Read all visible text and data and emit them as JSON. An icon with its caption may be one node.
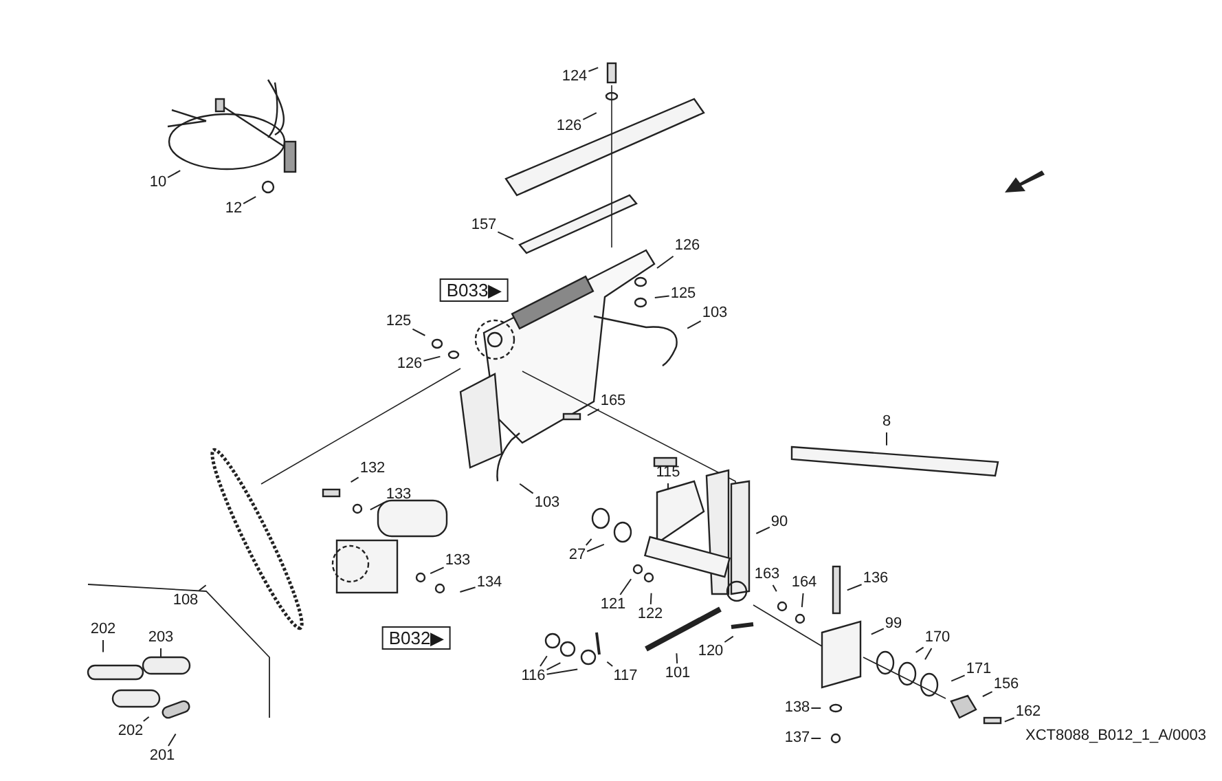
{
  "diagram": {
    "nodes": [
      {
        "text": [
          "124"
        ]
      },
      {
        "text": [
          "126"
        ]
      },
      {
        "text": [
          "10"
        ]
      },
      {
        "text": [
          "12"
        ]
      },
      {
        "text": [
          "157"
        ]
      },
      {
        "text": [
          "B033▶"
        ]
      },
      {
        "text": [
          "126"
        ]
      },
      {
        "text": [
          "125"
        ]
      },
      {
        "text": [
          "103"
        ]
      },
      {
        "text": [
          "125"
        ]
      },
      {
        "text": [
          "126"
        ]
      },
      {
        "text": [
          "165"
        ]
      },
      {
        "text": [
          "8"
        ]
      },
      {
        "text": [
          "132"
        ]
      },
      {
        "text": [
          "133"
        ]
      },
      {
        "text": [
          "103"
        ]
      },
      {
        "text": [
          "115"
        ]
      },
      {
        "text": [
          "90"
        ]
      },
      {
        "text": [
          "27"
        ]
      },
      {
        "text": [
          "133"
        ]
      },
      {
        "text": [
          "134"
        ]
      },
      {
        "text": [
          "108"
        ]
      },
      {
        "text": [
          "121"
        ]
      },
      {
        "text": [
          "122"
        ]
      },
      {
        "text": [
          "163"
        ]
      },
      {
        "text": [
          "164"
        ]
      },
      {
        "text": [
          "136"
        ]
      },
      {
        "text": [
          "99"
        ]
      },
      {
        "text": [
          "B032▶"
        ]
      },
      {
        "text": [
          "202"
        ]
      },
      {
        "text": [
          "203"
        ]
      },
      {
        "text": [
          "170"
        ]
      },
      {
        "text": [
          "116"
        ]
      },
      {
        "text": [
          "117"
        ]
      },
      {
        "text": [
          "101"
        ]
      },
      {
        "text": [
          "120"
        ]
      },
      {
        "text": [
          "171"
        ]
      },
      {
        "text": [
          "156"
        ]
      },
      {
        "text": [
          "162"
        ]
      },
      {
        "text": [
          "202"
        ]
      },
      {
        "text": [
          "201"
        ]
      },
      {
        "text": [
          "138"
        ]
      },
      {
        "text": [
          "137"
        ]
      }
    ],
    "edges": [
      {
        "from": 0,
        "to": null,
        "arrow": "none"
      },
      {
        "from": 1,
        "to": null,
        "arrow": "none"
      },
      {
        "from": 2,
        "to": null,
        "arrow": "none"
      },
      {
        "from": 3,
        "to": null,
        "arrow": "none"
      },
      {
        "from": 4,
        "to": null,
        "arrow": "none"
      },
      {
        "from": 6,
        "to": null,
        "arrow": "none"
      },
      {
        "from": 7,
        "to": null,
        "arrow": "none"
      },
      {
        "from": 8,
        "to": null,
        "arrow": "none"
      },
      {
        "from": 9,
        "to": null,
        "arrow": "none"
      },
      {
        "from": 10,
        "to": null,
        "arrow": "none"
      },
      {
        "from": 11,
        "to": null,
        "arrow": "none"
      },
      {
        "from": 12,
        "to": null,
        "arrow": "none"
      },
      {
        "from": 13,
        "to": null,
        "arrow": "none"
      },
      {
        "from": 14,
        "to": null,
        "arrow": "none"
      },
      {
        "from": 15,
        "to": null,
        "arrow": "none"
      },
      {
        "from": 16,
        "to": null,
        "arrow": "none"
      },
      {
        "from": 17,
        "to": null,
        "arrow": "none"
      },
      {
        "from": 18,
        "to": null,
        "arrow": "none"
      },
      {
        "from": 18,
        "to": null,
        "arrow": "none"
      },
      {
        "from": 19,
        "to": null,
        "arrow": "none"
      },
      {
        "from": 20,
        "to": null,
        "arrow": "none"
      },
      {
        "from": 21,
        "to": null,
        "arrow": "none"
      },
      {
        "from": 22,
        "to": null,
        "arrow": "none"
      },
      {
        "from": 23,
        "to": null,
        "arrow": "none"
      },
      {
        "from": 24,
        "to": null,
        "arrow": "none"
      },
      {
        "from": 25,
        "to": null,
        "arrow": "none"
      },
      {
        "from": 26,
        "to": null,
        "arrow": "none"
      },
      {
        "from": 27,
        "to": null,
        "arrow": "none"
      },
      {
        "from": 29,
        "to": null,
        "arrow": "none"
      },
      {
        "from": 30,
        "to": null,
        "arrow": "none"
      },
      {
        "from": 31,
        "to": null,
        "arrow": "none"
      },
      {
        "from": 31,
        "to": null,
        "arrow": "none"
      },
      {
        "from": 32,
        "to": null,
        "arrow": "none"
      },
      {
        "from": 32,
        "to": null,
        "arrow": "none"
      },
      {
        "from": 32,
        "to": null,
        "arrow": "none"
      },
      {
        "from": 33,
        "to": null,
        "arrow": "none"
      },
      {
        "from": 34,
        "to": null,
        "arrow": "none"
      },
      {
        "from": 35,
        "to": null,
        "arrow": "none"
      },
      {
        "from": 36,
        "to": null,
        "arrow": "none"
      },
      {
        "from": 37,
        "to": null,
        "arrow": "none"
      },
      {
        "from": 38,
        "to": null,
        "arrow": "none"
      },
      {
        "from": 39,
        "to": null,
        "arrow": "none"
      },
      {
        "from": 40,
        "to": null,
        "arrow": "none"
      },
      {
        "from": 41,
        "to": null,
        "arrow": "none"
      },
      {
        "from": 42,
        "to": null,
        "arrow": "none"
      }
    ],
    "labels": [
      "XCT8088_B012_1_A/0003"
    ]
  }
}
